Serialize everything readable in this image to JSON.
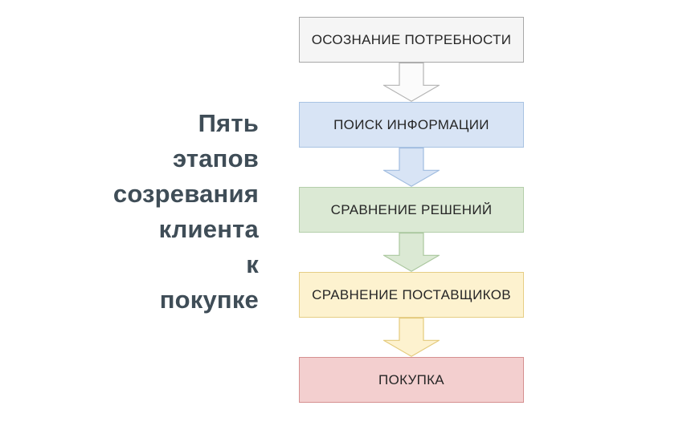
{
  "title": {
    "lines": [
      "Пять",
      "этапов",
      "созревания",
      "клиента",
      "к",
      "покупке"
    ]
  },
  "flowchart": {
    "steps": [
      {
        "label": "ОСОЗНАНИЕ ПОТРЕБНОСТИ",
        "fill": "#f5f5f5",
        "border": "#a8a8a8"
      },
      {
        "label": "ПОИСК ИНФОРМАЦИИ",
        "fill": "#d8e4f5",
        "border": "#a9c3e3"
      },
      {
        "label": "СРАВНЕНИЕ РЕШЕНИЙ",
        "fill": "#dbe9d4",
        "border": "#b5cfab"
      },
      {
        "label": "СРАВНЕНИЕ ПОСТАВЩИКОВ",
        "fill": "#fdf2cf",
        "border": "#e6ce85"
      },
      {
        "label": "ПОКУПКА",
        "fill": "#f3cfcf",
        "border": "#d59090"
      }
    ],
    "arrows": [
      {
        "fill": "#fbfbfb",
        "border": "#b3b3b3"
      },
      {
        "fill": "#d8e4f5",
        "border": "#a0bcdf"
      },
      {
        "fill": "#dbe9d4",
        "border": "#aac79e"
      },
      {
        "fill": "#fdf2cf",
        "border": "#e4ca7c"
      }
    ]
  },
  "colors": {
    "background": "#ffffff",
    "title_text": "#3f4d57",
    "step_text": "#262626"
  }
}
